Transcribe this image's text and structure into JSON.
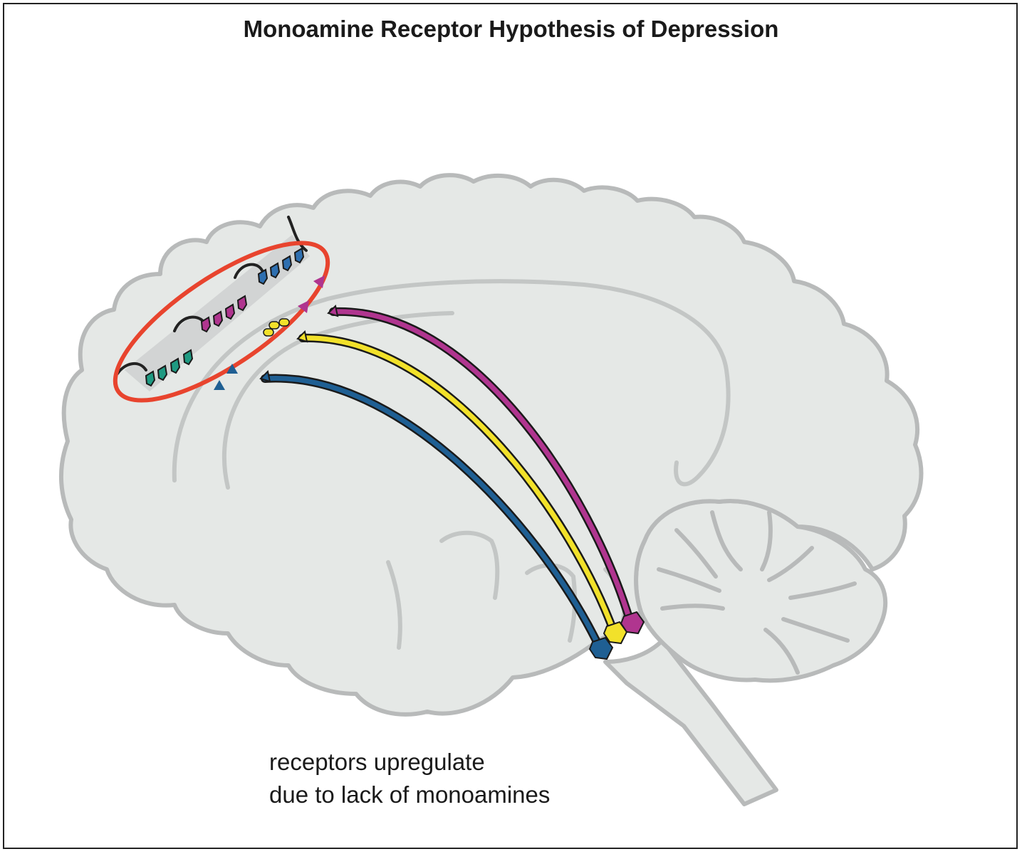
{
  "title": "Monoamine Receptor Hypothesis of Depression",
  "caption": {
    "line1": "receptors upregulate",
    "line2": "due to lack of monoamines"
  },
  "colors": {
    "brain_fill": "#e5e8e6",
    "brain_outline": "#b8baba",
    "highlight_ellipse": "#e8442e",
    "serotonin_pathway": "#f2e12a",
    "dopamine_pathway": "#b0358f",
    "norepinephrine_pathway": "#1f5f93",
    "receptor_teal": "#1f9a82",
    "receptor_blue": "#2e6fb0",
    "receptor_purple": "#b0358f"
  }
}
